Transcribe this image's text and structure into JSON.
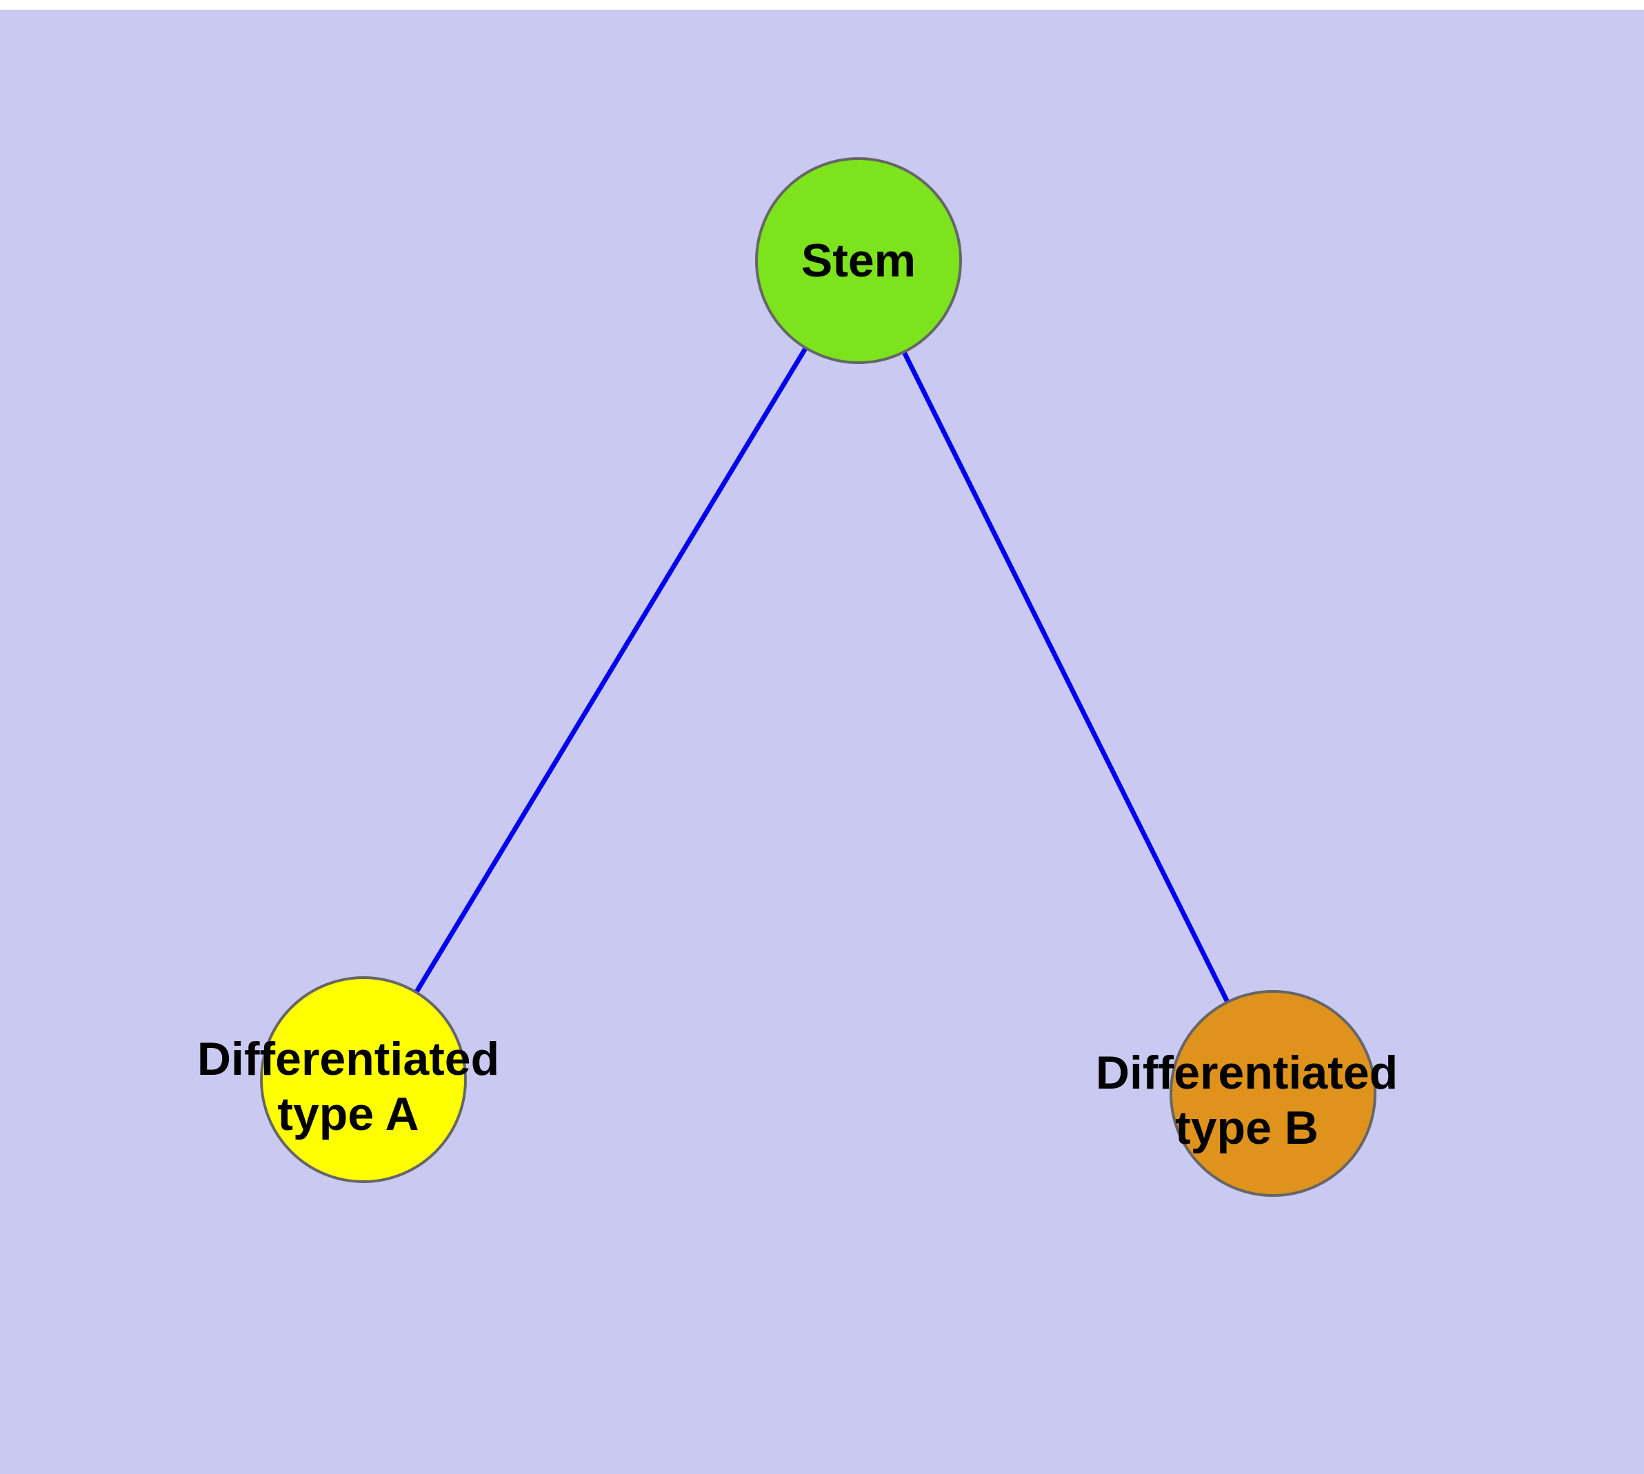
{
  "diagram": {
    "background_color": "#c9c9f1",
    "edge_color": "#0000ee",
    "node_border_color": "#666666",
    "nodes": [
      {
        "id": "stem",
        "label": "Stem",
        "fill": "#7ce31d"
      },
      {
        "id": "type-a",
        "label": "Differentiated\ntype A",
        "fill": "#ffff00"
      },
      {
        "id": "type-b",
        "label": "Differentiated\ntype B",
        "fill": "#df931c"
      }
    ],
    "edges": [
      {
        "from": "stem",
        "to": "type-a"
      },
      {
        "from": "stem",
        "to": "type-b"
      }
    ]
  }
}
